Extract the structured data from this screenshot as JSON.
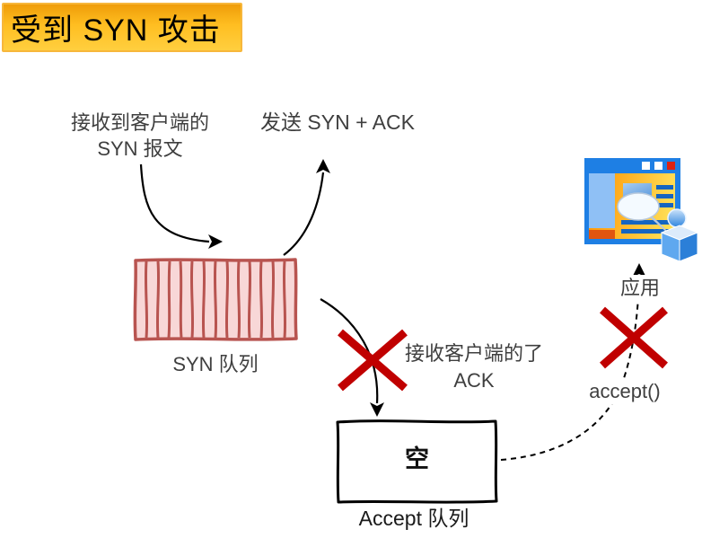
{
  "title": {
    "label": "受到 SYN 攻击"
  },
  "labels": {
    "recv_syn": "接收到客户端的\nSYN 报文",
    "send_synack": "发送 SYN + ACK",
    "syn_queue": "SYN 队列",
    "recv_ack": "接收客户端的了\nACK",
    "accept_queue_content": "空",
    "accept_queue": "Accept 队列",
    "accept_call": "accept()",
    "application": "应用"
  },
  "icons": {
    "app_window": "app-window-with-user-cube-icon"
  },
  "colors": {
    "banner_top": "#EF9D09",
    "banner_bottom": "#FFCF3F",
    "queue_fill": "#F8D7D7",
    "queue_stroke": "#B85450",
    "cross_red": "#C00000",
    "arrow_black": "#000000",
    "text_gray": "#3F3F3F",
    "app_blue": "#1E7FE4"
  }
}
